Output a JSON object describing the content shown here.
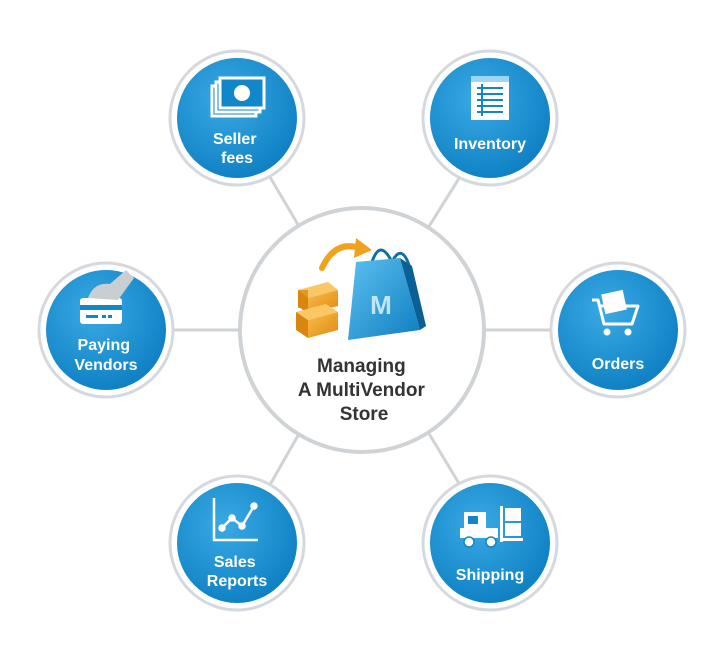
{
  "center": {
    "lines": [
      "Managing",
      "A MultiVendor",
      "Store"
    ],
    "bag_letter": "M",
    "icon": "shopping-bag-with-boxes-icon"
  },
  "nodes": [
    {
      "id": "seller-fees",
      "lines": [
        "Seller",
        "fees"
      ],
      "icon": "money-bills-icon"
    },
    {
      "id": "inventory",
      "lines": [
        "Inventory"
      ],
      "icon": "inventory-sheet-icon"
    },
    {
      "id": "paying-vendors",
      "lines": [
        "Paying",
        "Vendors"
      ],
      "icon": "payment-card-hand-icon"
    },
    {
      "id": "orders",
      "lines": [
        "Orders"
      ],
      "icon": "shopping-cart-icon"
    },
    {
      "id": "sales-reports",
      "lines": [
        "Sales",
        "Reports"
      ],
      "icon": "line-chart-icon"
    },
    {
      "id": "shipping",
      "lines": [
        "Shipping"
      ],
      "icon": "forklift-icon"
    }
  ],
  "colors": {
    "node_fill": "#1187c9",
    "node_fill_light": "#38a8e3",
    "node_ring": "#d5d9dd",
    "connector": "#cfd3d6",
    "center_ring": "#cfd3d6",
    "center_text": "#333333",
    "bag": "#1a8fd0",
    "box": "#f0a21e",
    "arrow": "#f0a21e"
  }
}
